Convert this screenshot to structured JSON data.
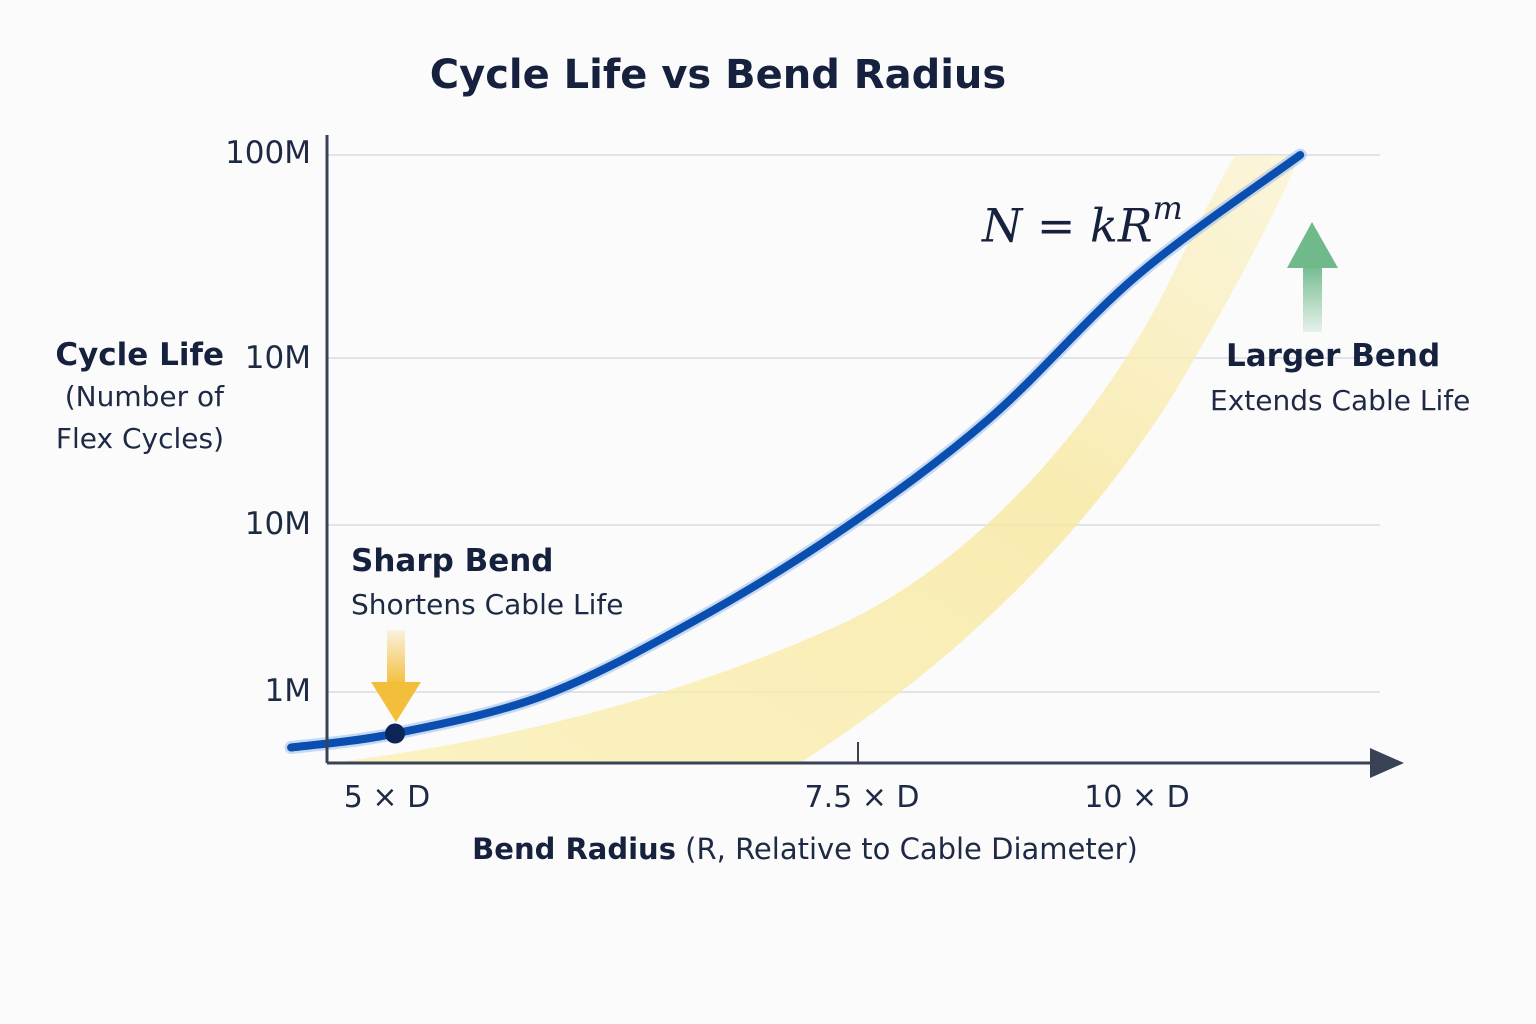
{
  "chart_data": {
    "type": "line",
    "title": "Cycle Life vs Bend Radius",
    "ylabel": "Cycle Life",
    "ylabel_sub_line1": "(Number of",
    "ylabel_sub_line2": "Flex Cycles)",
    "xlabel_bold": "Bend Radius",
    "xlabel_rest": " (R, Relative to Cable Diameter)",
    "y_ticks": [
      "100M",
      "10M",
      "10M",
      "1M"
    ],
    "x_ticks": [
      "5 × D",
      "7.5 × D",
      "10 × D"
    ],
    "formula_base": "N = kR",
    "formula_exp": "m",
    "series": [
      {
        "x": [
          4.3,
          5,
          6,
          7,
          8,
          9,
          10,
          11.1
        ],
        "y": [
          0.45,
          0.55,
          0.95,
          1.9,
          4.4,
          12,
          38,
          100
        ]
      }
    ],
    "highlight_point": {
      "x": 5,
      "y": 0.55
    },
    "annotations": {
      "sharp_title": "Sharp Bend",
      "sharp_sub": "Shortens Cable Life",
      "larger_title": "Larger Bend",
      "larger_sub": "Extends Cable Life"
    },
    "colors": {
      "curve": "#0a4fb0",
      "band": "#fbeeaa",
      "axis": "#3a4256",
      "grid": "#e1e3ea",
      "arrow_down": "#f3bf3a",
      "arrow_up": "#6fb98a"
    }
  }
}
